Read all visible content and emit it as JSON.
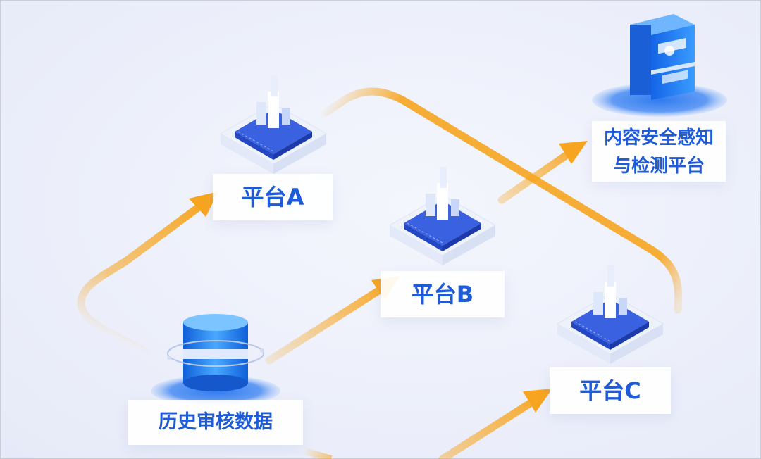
{
  "nodes": {
    "source": "历史审核数据",
    "platform_a": "平台A",
    "platform_b": "平台B",
    "platform_c": "平台C",
    "target_line1": "内容安全感知",
    "target_line2": "与检测平台"
  },
  "colors": {
    "arrow": "#f7a520",
    "label_text": "#1d5bd8",
    "cube_top": "#3a62e0",
    "cylinder": "#1d7ff0"
  }
}
